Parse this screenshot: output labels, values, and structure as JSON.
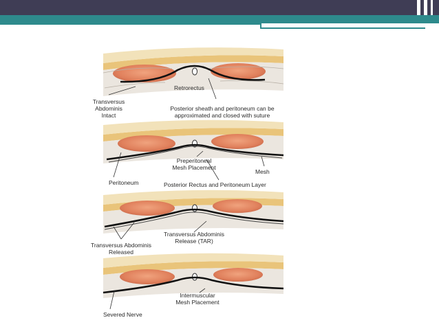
{
  "slide": {
    "header_color": "#3f3d55",
    "accent_color": "#2e8a8c"
  },
  "labels": {
    "retrorectus": "Retrorectus",
    "tab_intact_1": "Transversus",
    "tab_intact_2": "Abdominis",
    "tab_intact_3": "Intact",
    "posterior_sheath_1": "Posterior sheath and peritoneum can be",
    "posterior_sheath_2": "approximated and closed with suture",
    "preperitoneal_1": "Preperitoneal",
    "preperitoneal_2": "Mesh Placement",
    "mesh": "Mesh",
    "peritoneum": "Peritoneum",
    "posterior_rectus": "Posterior Rectus and Peritoneum Layer",
    "tar_1": "Transversus Abdominis",
    "tar_2": "Release (TAR)",
    "tab_released_1": "Transversus Abdominis",
    "tab_released_2": "Released",
    "intermuscular_1": "Intermuscular",
    "intermuscular_2": "Mesh Placement",
    "severed_nerve": "Severed Nerve"
  }
}
